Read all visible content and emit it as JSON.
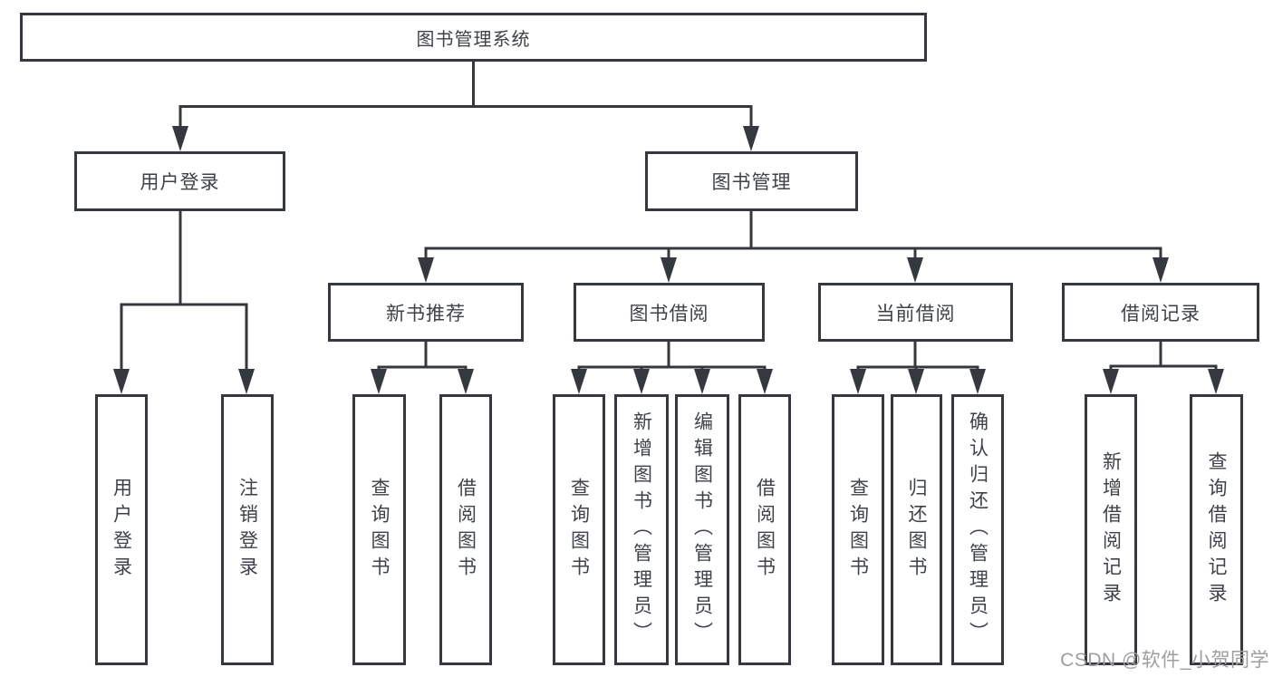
{
  "tree": {
    "root": {
      "label": "图书管理系统",
      "children": [
        {
          "label": "用户登录",
          "children": [
            {
              "label": "用户登录"
            },
            {
              "label": "注销登录"
            }
          ]
        },
        {
          "label": "图书管理",
          "children": [
            {
              "label": "新书推荐",
              "children": [
                {
                  "label": "查询图书"
                },
                {
                  "label": "借阅图书"
                }
              ]
            },
            {
              "label": "图书借阅",
              "children": [
                {
                  "label": "查询图书"
                },
                {
                  "label": "新增图书（管理员）"
                },
                {
                  "label": "编辑图书（管理员）"
                },
                {
                  "label": "借阅图书"
                }
              ]
            },
            {
              "label": "当前借阅",
              "children": [
                {
                  "label": "查询图书"
                },
                {
                  "label": "归还图书"
                },
                {
                  "label": "确认归还（管理员）"
                }
              ]
            },
            {
              "label": "借阅记录",
              "children": [
                {
                  "label": "新增借阅记录"
                },
                {
                  "label": "查询借阅记录"
                }
              ]
            }
          ]
        }
      ]
    }
  },
  "watermark": {
    "text": "CSDN @软件_小贺同学"
  },
  "colors": {
    "line": "#35383e",
    "text": "#3e4249",
    "watermark": "#9e9e9e",
    "background": "#ffffff"
  }
}
